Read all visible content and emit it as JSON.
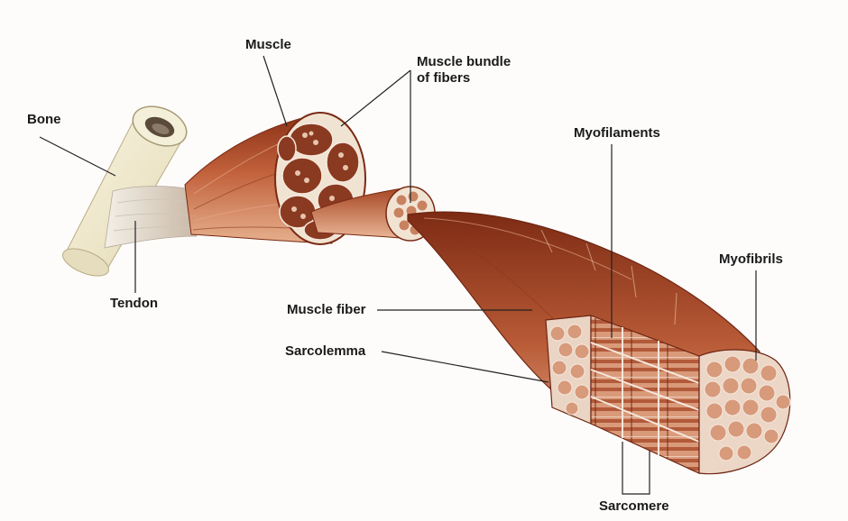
{
  "labels": {
    "muscle": "Muscle",
    "muscle_bundle_line1": "Muscle bundle",
    "muscle_bundle_line2": "of fibers",
    "bone": "Bone",
    "myofilaments": "Myofilaments",
    "myofibrils": "Myofibrils",
    "tendon": "Tendon",
    "muscle_fiber": "Muscle fiber",
    "sarcolemma": "Sarcolemma",
    "sarcomere": "Sarcomere"
  },
  "colors": {
    "muscle_dark": "#7a2a14",
    "muscle_mid": "#b4522f",
    "muscle_light": "#e2a27f",
    "bone": "#efe8cf",
    "tendon": "#e8e4da",
    "fascicle_fill": "#8a3a20",
    "myofibril_fill": "#e0b39a",
    "leader_line": "#222222"
  }
}
